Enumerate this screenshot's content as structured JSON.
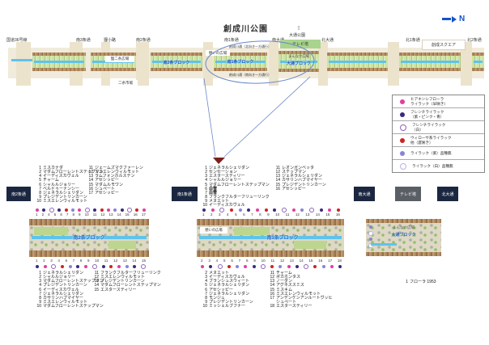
{
  "title": "創成川公園",
  "compass": {
    "label": "N"
  },
  "overview": {
    "road_kokudo36": "国道36号線",
    "road_minami3": "南3条通",
    "road_tanukikoji": "狸小路",
    "road_minami2": "南2条通",
    "road_minami1": "南1条通",
    "road_minami_odori": "南大通",
    "road_kita_odori": "北大通",
    "road_kita1": "北1条通",
    "road_kita2": "北2条通",
    "up_arrow": "⇧",
    "odori_park": "大通公園",
    "tv_tower": "テレビ塔",
    "sosei_square": "創成スクエア",
    "tanuki_nijo_plaza": "狸二条広場",
    "nijo_market": "二条市場",
    "south2_block": "南2条ブロック",
    "south1_block": "南1条ブロック",
    "ikoi_plaza": "憩いの広場",
    "sosei_street_north": "創成川通（北向き一方通行）",
    "sosei_street_south": "創成川通（南向き一方通行）",
    "mannaka_plaza": "まんなか広場",
    "odori_block": "大通ブロック"
  },
  "legend": {
    "items": [
      {
        "icon": "dot-pink",
        "color": "#e23e9e",
        "type": "filled",
        "line1": "ヒアキンシフローラ",
        "line2": "ライラック（早咲き）"
      },
      {
        "icon": "dot-purple",
        "color": "#3a2a7e",
        "type": "filled",
        "line1": "フレンチライラック",
        "line2": "（紫・ピンク・青）"
      },
      {
        "icon": "dot-white-purple",
        "color": "#8a64b8",
        "type": "outline",
        "line1": "フレンチライラック",
        "line2": "（白）"
      },
      {
        "icon": "dot-red",
        "color": "#cf2222",
        "type": "filled",
        "line1": "ウィローサ系ライラック",
        "line2": "他（遅咲き）"
      },
      {
        "icon": "dot-lilac",
        "color": "#8784d8",
        "type": "filled",
        "line1": "ライラック（紫）品種無",
        "line2": ""
      },
      {
        "icon": "dot-white-lilac",
        "color": "#b6b4e4",
        "type": "outline",
        "line1": "ライラック（白）品種無",
        "line2": ""
      }
    ]
  },
  "road_boxes": {
    "minami2": "南2条通",
    "minami1": "南1条通",
    "minami_odori": "南大通",
    "tv_tower": "テレビ塔",
    "kita_odori": "北大通"
  },
  "detail": {
    "south2_label": "南2条ブロック",
    "south1_label": "南1条ブロック",
    "ikoi_label": "憩いの広場",
    "mannaka_label": "まんなか広場",
    "odori_label": "大通ブロック"
  },
  "lists": {
    "south2_top": {
      "col1": [
        {
          "no": "1",
          "name": "ミスカナダ"
        },
        {
          "no": "2",
          "name": "マダムフローレントステップマン"
        },
        {
          "no": "4",
          "name": "イーディスカヴェル"
        },
        {
          "no": "5",
          "name": "チャーム"
        },
        {
          "no": "6",
          "name": "シャルルジョリー"
        },
        {
          "no": "7",
          "name": "ベルドゥーナンシー"
        },
        {
          "no": "8",
          "name": "ジェネラルシェリダン"
        },
        {
          "no": "9",
          "name": "プレジデントリンカーン"
        },
        {
          "no": "10",
          "name": "ミスエレンウィルモット"
        }
      ],
      "col2": [
        {
          "no": "11",
          "name": "ジェームズマクファーレン"
        },
        {
          "no": "12",
          "name": "ミスエレンウィルモット"
        },
        {
          "no": "13",
          "name": "ラムフォンホルステン"
        },
        {
          "no": "14",
          "name": "アセシッピー"
        },
        {
          "no": "15",
          "name": "マダムルモワン"
        },
        {
          "no": "16",
          "name": "シュペート"
        },
        {
          "no": "17",
          "name": "アセシッピー"
        }
      ]
    },
    "south1_top": {
      "col1": [
        {
          "no": "1",
          "name": "ジェネラルシェリダン"
        },
        {
          "no": "2",
          "name": "センセーション"
        },
        {
          "no": "3",
          "name": "エスタースティリー"
        },
        {
          "no": "4",
          "name": "シャルルジョリー"
        },
        {
          "no": "5",
          "name": "マダムフローレントステップマン"
        },
        {
          "no": "6",
          "name": "白雪",
          "bold": true
        },
        {
          "no": "7",
          "name": "白雪",
          "bold": true
        },
        {
          "no": "8",
          "name": "フランクフルターフリューリンク"
        },
        {
          "no": "9",
          "name": "メヌエット"
        },
        {
          "no": "10",
          "name": "イーディスカヴェル"
        }
      ],
      "col2": [
        {
          "no": "11",
          "name": "レオンガンベッタ"
        },
        {
          "no": "12",
          "name": "ステップマン"
        },
        {
          "no": "13",
          "name": "ジェネラルシェリダン"
        },
        {
          "no": "14",
          "name": "カサリンハブマイヤー"
        },
        {
          "no": "15",
          "name": "プレジデントリンカーン"
        },
        {
          "no": "16",
          "name": "アセシッピー"
        }
      ]
    },
    "south2_bottom": {
      "col1": [
        {
          "no": "1",
          "name": "ジェネラルシェリダン"
        },
        {
          "no": "2",
          "name": "シャルルジョリー"
        },
        {
          "no": "3",
          "name": "マダムフローレントステップマン"
        },
        {
          "no": "4",
          "name": "プレジデントリンカーン"
        },
        {
          "no": "6",
          "name": "イーディスカヴェル"
        },
        {
          "no": "7",
          "name": "ジェネラルシェリダン"
        },
        {
          "no": "8",
          "name": "カサリンハブマイヤー"
        },
        {
          "no": "9",
          "name": "ミスエレンウィルモット"
        },
        {
          "no": "10",
          "name": "マダムフローレントステップマン"
        }
      ],
      "col2": [
        {
          "no": "11",
          "name": "フランクフルターフリューリンク"
        },
        {
          "no": "12",
          "name": "ミスエレンウィルモット"
        },
        {
          "no": "13",
          "name": "プレジデントリンカーン"
        },
        {
          "no": "14",
          "name": "マダムフローレントステップマン"
        },
        {
          "no": "15",
          "name": "エスタースティリー"
        }
      ]
    },
    "south1_bottom": {
      "col1": [
        {
          "no": "2",
          "name": "メヌエット"
        },
        {
          "no": "3",
          "name": "イーディスカヴェル"
        },
        {
          "no": "4",
          "name": "ブランシュスウィート"
        },
        {
          "no": "5",
          "name": "ジェネラルシェリダン"
        },
        {
          "no": "6",
          "name": "アセシッピー"
        },
        {
          "no": "7",
          "name": "ジェネラルシェリダン"
        },
        {
          "no": "8",
          "name": "モンジュ"
        },
        {
          "no": "9",
          "name": "プレジデントリンカーン"
        },
        {
          "no": "10",
          "name": "ミッシェルブフナー"
        }
      ],
      "col2": [
        {
          "no": "11",
          "name": "チャーム"
        },
        {
          "no": "12",
          "name": "ポカホンタス"
        },
        {
          "no": "13",
          "name": "ノーダン"
        },
        {
          "no": "14",
          "name": "アグネススミス"
        },
        {
          "no": "15",
          "name": "ミスキム"
        },
        {
          "no": "16",
          "name": "ミスエレンウィルモット"
        },
        {
          "no": "17",
          "name": "アンデンケンアンルートヴッヒ",
          "name2": "シュペート"
        },
        {
          "no": "18",
          "name": "エスタースティリー"
        }
      ]
    },
    "odori": {
      "col1": [
        {
          "no": "1",
          "name": "フローラ 1953"
        }
      ]
    }
  },
  "strips": {
    "south2_top_numbers": [
      "1",
      "2",
      "4",
      "5",
      "6",
      "7",
      "8",
      "9",
      "10",
      "11",
      "12",
      "13",
      "14",
      "15",
      "16",
      "17"
    ],
    "south2_bottom_numbers": [
      "1",
      "2",
      "3",
      "4",
      "6",
      "7",
      "8",
      "9",
      "10",
      "11",
      "12",
      "13",
      "14",
      "15"
    ],
    "south1_top_numbers": [
      "1",
      "2",
      "3",
      "4",
      "5",
      "6",
      "7",
      "8",
      "9",
      "10",
      "11",
      "12",
      "13",
      "14",
      "15",
      "16"
    ],
    "south1_bottom_numbers": [
      "2",
      "3",
      "4",
      "5",
      "6",
      "7",
      "8",
      "9",
      "10",
      "11",
      "12",
      "13",
      "14",
      "15",
      "16",
      "17",
      "18"
    ]
  },
  "dots": {
    "south2_top": [
      "pink",
      "purple",
      "outline-purple",
      "purple",
      "red",
      "lilac",
      "pink",
      "outline-purple",
      "purple",
      "red",
      "pink",
      "lilac",
      "purple",
      "outline-purple",
      "red",
      "pink"
    ],
    "south2_bottom": [
      "purple",
      "pink",
      "outline-purple",
      "red",
      "lilac",
      "purple",
      "pink",
      "outline-purple",
      "purple",
      "red",
      "pink",
      "lilac",
      "purple",
      "outline-purple"
    ],
    "south1_top": [
      "purple",
      "pink",
      "outline-purple",
      "red",
      "lilac",
      "purple",
      "pink",
      "red",
      "purple",
      "outline-purple",
      "pink",
      "lilac",
      "outline-purple",
      "purple",
      "pink",
      "red"
    ],
    "south1_bottom": [
      "pink",
      "purple",
      "outline-purple",
      "red",
      "lilac",
      "pink",
      "purple",
      "outline-purple",
      "red",
      "lilac",
      "pink",
      "purple",
      "outline-purple",
      "red",
      "lilac",
      "pink",
      "purple"
    ],
    "odori": [
      "lilac",
      "outline-lilac",
      "lilac",
      "outline-lilac"
    ]
  },
  "dot_colors": {
    "pink": "#e23e9e",
    "purple": "#3a2a7e",
    "outline-purple": "#8a64b8",
    "red": "#cf2222",
    "lilac": "#8784d8",
    "outline-lilac": "#b6b4e4"
  }
}
